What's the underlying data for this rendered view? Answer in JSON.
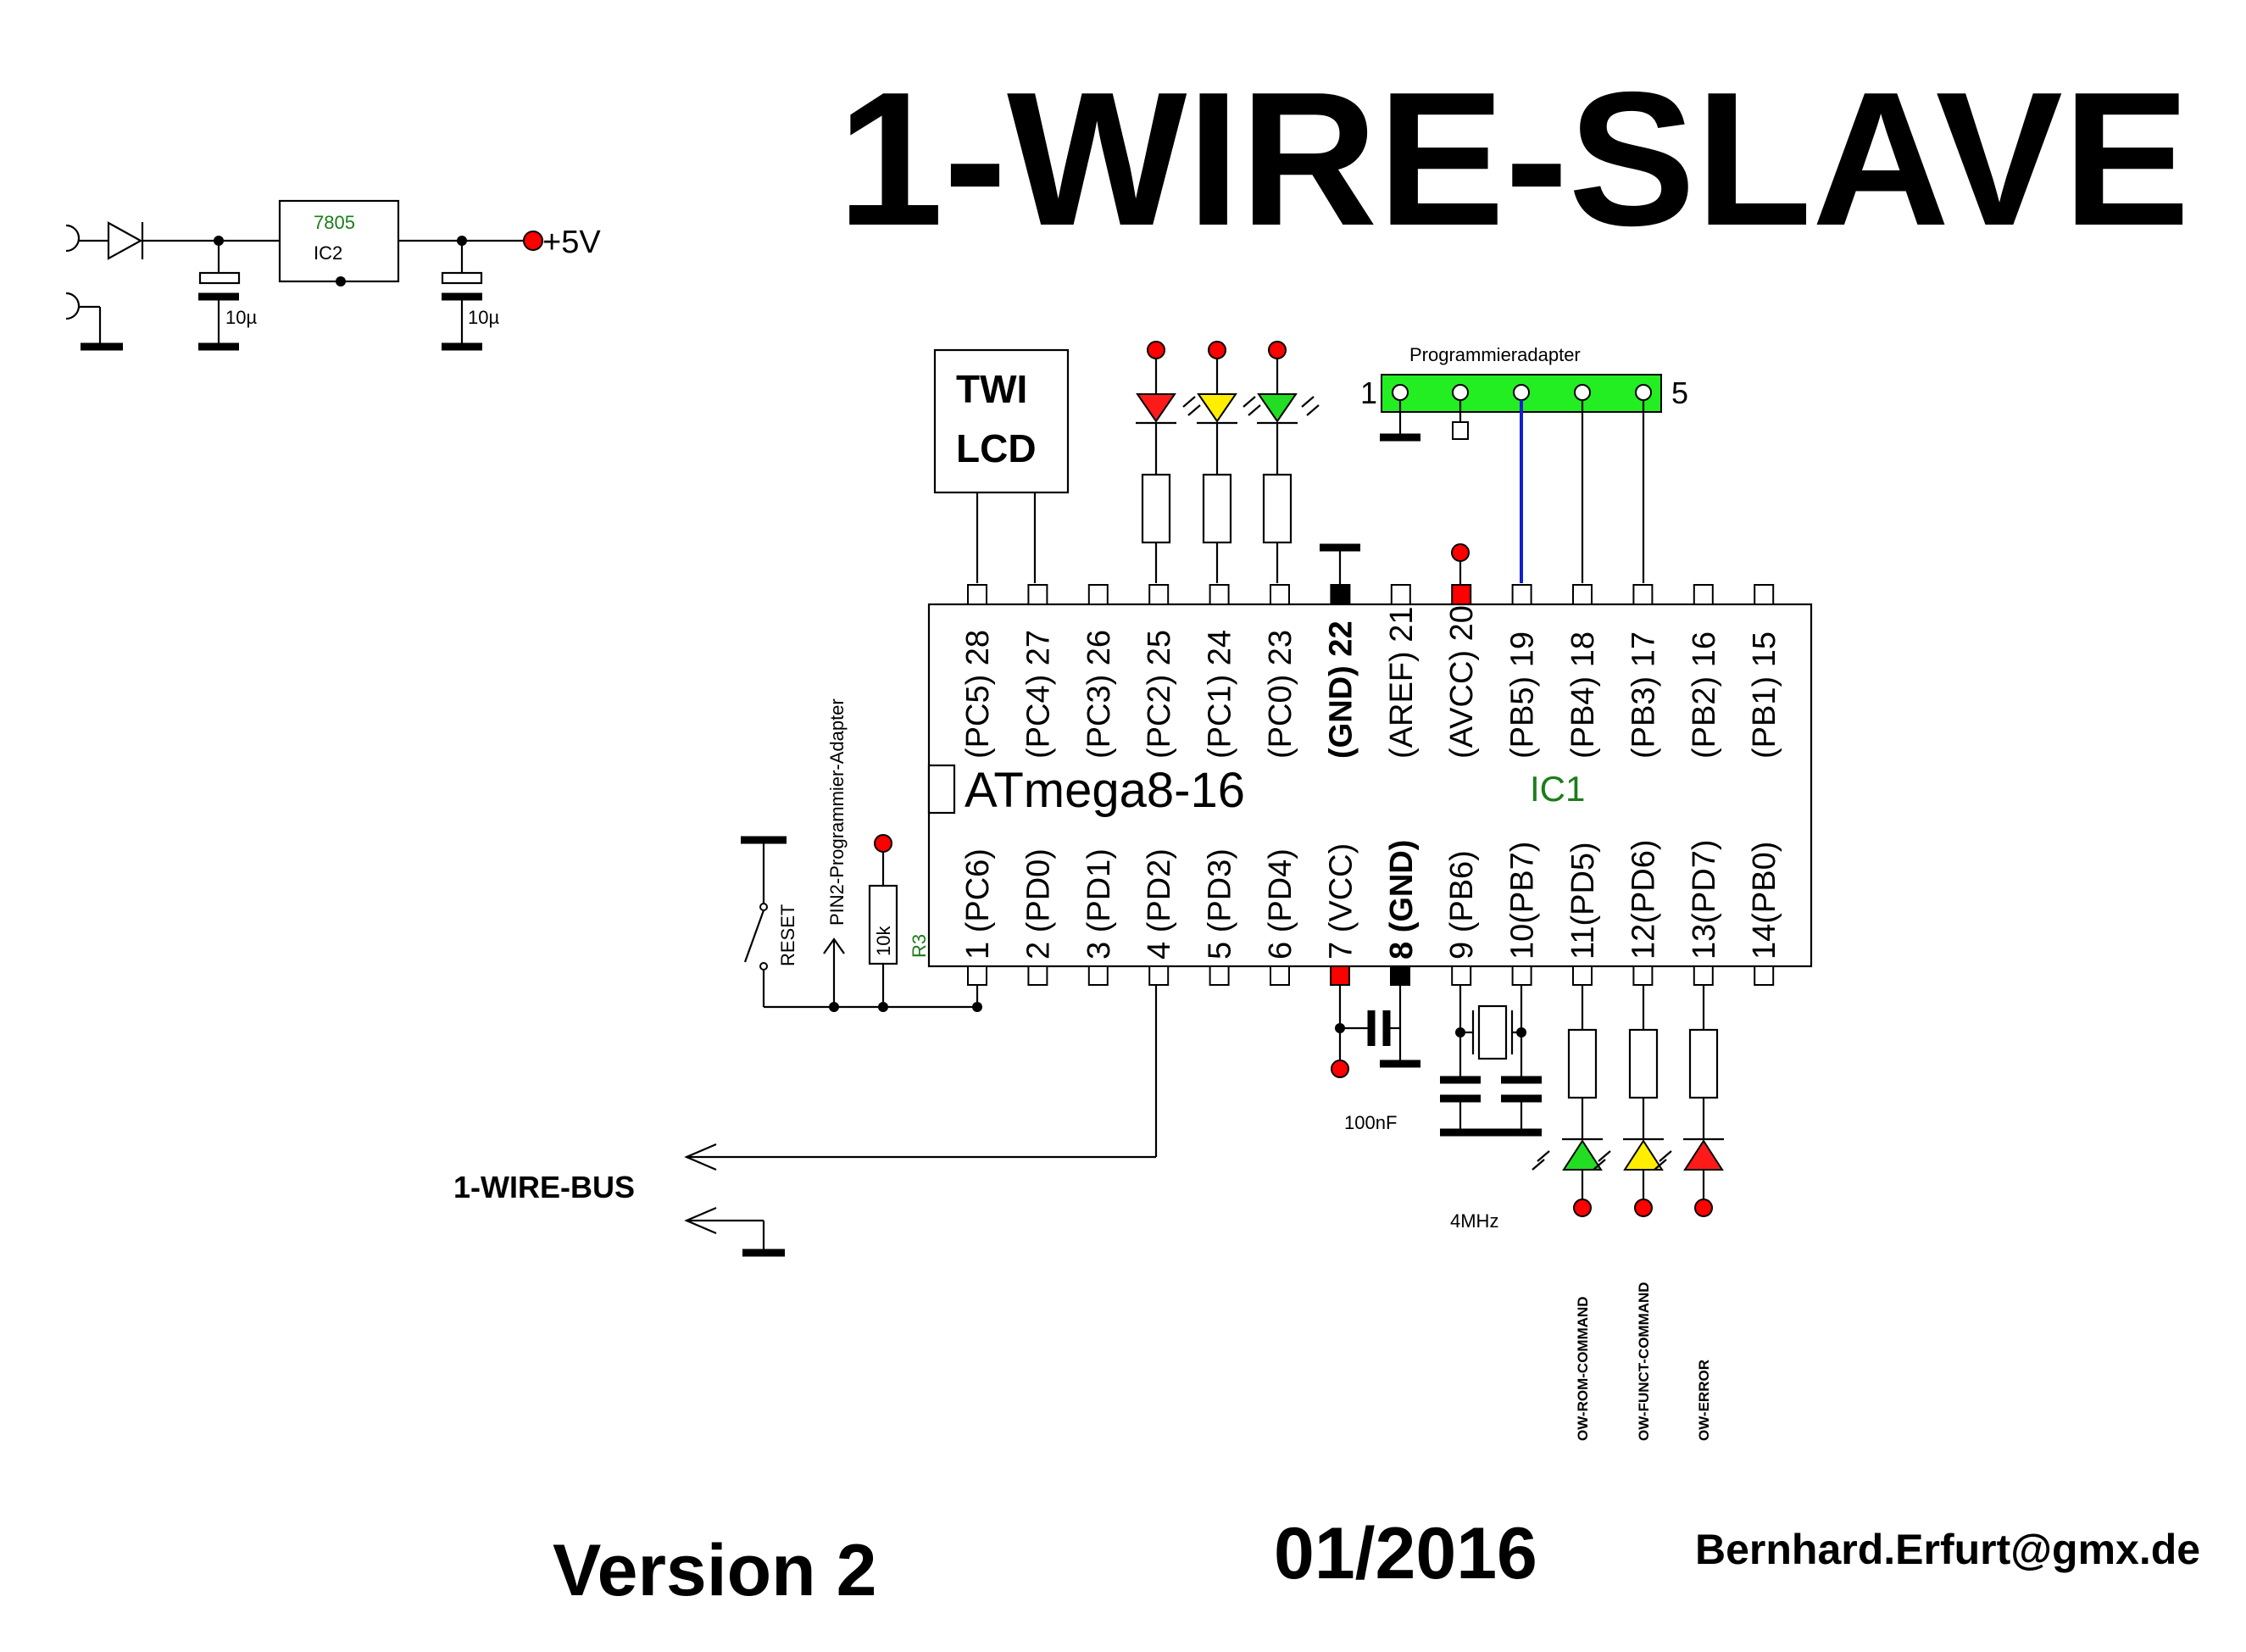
{
  "title": "1-WIRE-SLAVE",
  "footer": {
    "version": "Version 2",
    "date": "01/2016",
    "email": "Bernhard.Erfurt@gmx.de"
  },
  "power_supply": {
    "regulator_type": "7805",
    "regulator_ref": "IC2",
    "cap_in": "10µ",
    "cap_out": "10µ",
    "output_label": "+5V"
  },
  "twi_box": {
    "line1": "TWI",
    "line2": "LCD"
  },
  "programmer": {
    "label": "Programmieradapter",
    "pin_first": "1",
    "pin_last": "5"
  },
  "mcu": {
    "name": "ATmega8-16",
    "ref": "IC1",
    "top_pins": [
      "(PC5) 28",
      "(PC4) 27",
      "(PC3) 26",
      "(PC2) 25",
      "(PC1) 24",
      "(PC0) 23",
      "(GND) 22",
      "(AREF) 21",
      "(AVCC) 20",
      "(PB5) 19",
      "(PB4) 18",
      "(PB3) 17",
      "(PB2) 16",
      "(PB1) 15"
    ],
    "bottom_pins": [
      "1 (PC6)",
      "2 (PD0)",
      "3 (PD1)",
      "4 (PD2)",
      "5 (PD3)",
      "6 (PD4)",
      "7 (VCC)",
      "8 (GND)",
      "9 (PB6)",
      "10(PB7)",
      "11(PD5)",
      "12(PD6)",
      "13(PD7)",
      "14(PB0)"
    ]
  },
  "reset": {
    "switch_label": "RESET",
    "adapter_label": "PIN2-Programmier-Adapter",
    "resistor_value": "10k",
    "resistor_ref": "R3"
  },
  "decoupling_cap": "100nF",
  "crystal": "4MHz",
  "bus_label": "1-WIRE-BUS",
  "status_leds": [
    "OW-ROM-COMMAND",
    "OW-FUNCT-COMMAND",
    "OW-ERROR"
  ],
  "colors": {
    "supply_red": "#ff0000",
    "led_red": "#ff1a1a",
    "led_yellow": "#ffee00",
    "led_green": "#22dd22",
    "adapter_green": "#22ee22",
    "programmer_wire": "#1020d0",
    "label_green": "#1a7d1a"
  }
}
